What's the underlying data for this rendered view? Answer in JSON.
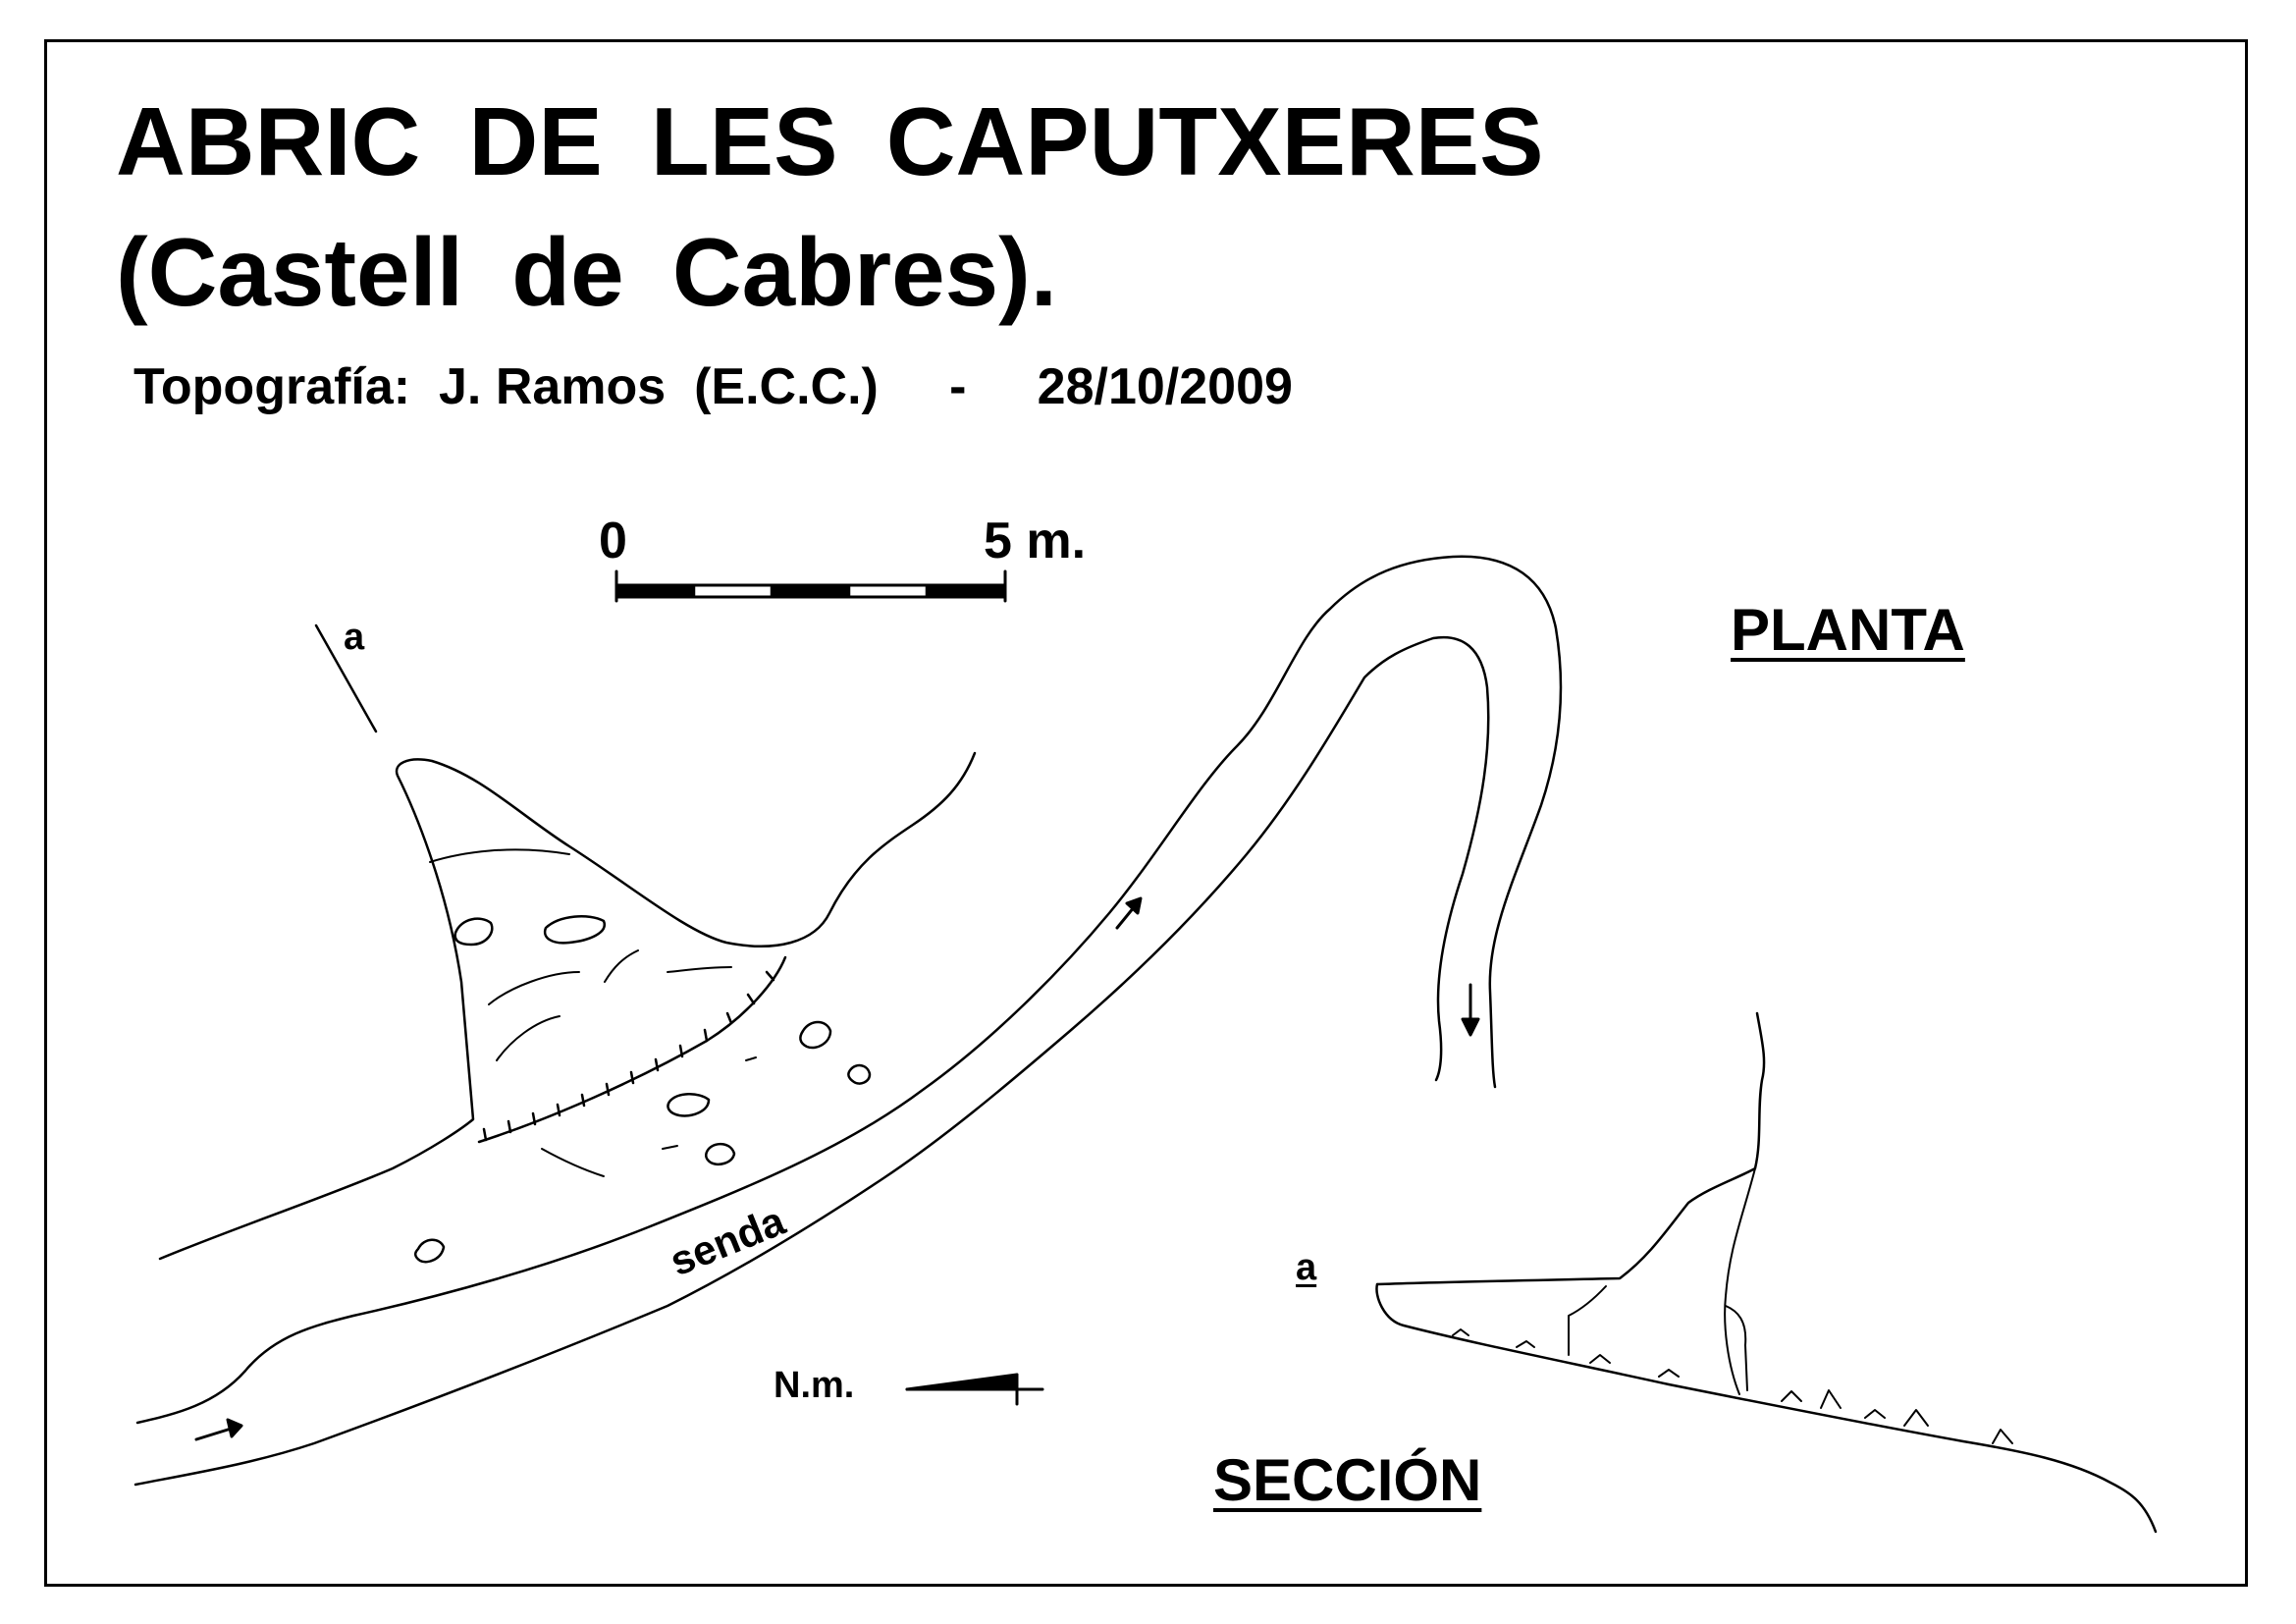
{
  "title": {
    "line1": "ABRIC DE LES CAPUTXERES",
    "line2": "(Castell de Cabres)."
  },
  "credits": "Topografía:  J. Ramos  (E.C.C.)     -     28/10/2009",
  "scale_bar": {
    "start_label": "0",
    "end_label": "5 m."
  },
  "plan": {
    "label": "PLANTA",
    "path_label": "senda",
    "section_mark": "a"
  },
  "section": {
    "label": "SECCIÓN",
    "section_mark": "a"
  },
  "north": {
    "label": "N.m.",
    "icon": "magnetic-north-arrow-icon"
  },
  "colors": {
    "ink": "#000000",
    "paper": "#ffffff"
  }
}
